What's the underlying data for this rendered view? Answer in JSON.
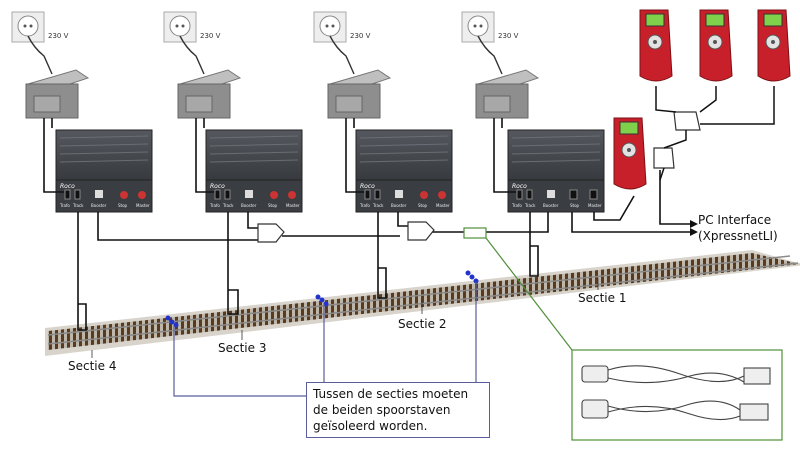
{
  "outlets": [
    {
      "voltage": "230 V"
    },
    {
      "voltage": "230 V"
    },
    {
      "voltage": "230 V"
    },
    {
      "voltage": "230 V"
    }
  ],
  "boosters": [
    {
      "brand": "Roco",
      "ports": [
        "Trafo",
        "Track",
        "Booster",
        "Stop",
        "Master"
      ]
    },
    {
      "brand": "Roco",
      "ports": [
        "Trafo",
        "Track",
        "Booster",
        "Stop",
        "Master"
      ]
    },
    {
      "brand": "Roco",
      "ports": [
        "Trafo",
        "Track",
        "Booster",
        "Stop",
        "Master"
      ]
    },
    {
      "brand": "Roco",
      "ports": [
        "Trafo",
        "Track",
        "Booster",
        "Stop",
        "Master"
      ]
    }
  ],
  "sections": [
    {
      "label": "Sectie 4"
    },
    {
      "label": "Sectie 3"
    },
    {
      "label": "Sectie 2"
    },
    {
      "label": "Sectie 1"
    }
  ],
  "pc_interface": {
    "line1": "PC Interface",
    "line2": "(XpressnetLI)"
  },
  "note": {
    "line1": "Tussen de secties moeten",
    "line2": "de beiden spoorstaven",
    "line3": "geïsoleerd worden."
  },
  "colors": {
    "throttle": "#c8202a",
    "screen": "#7fd04a",
    "track_ties": "#5a3a1e",
    "ballast": "#bdb6ab",
    "callout_green": "#4f8f3a",
    "note_line": "#5b5e9c",
    "insulator": "#2233cc"
  }
}
